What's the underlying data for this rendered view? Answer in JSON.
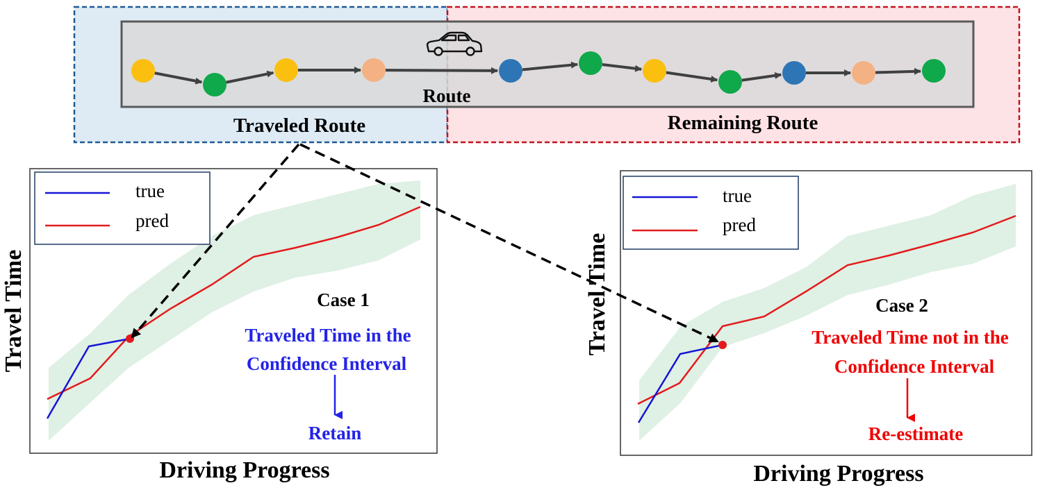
{
  "route": {
    "label": "Route",
    "traveled_label": "Traveled Route",
    "remaining_label": "Remaining Route",
    "car_icon": "car-icon",
    "nodes": [
      "yellow",
      "green",
      "yellow",
      "peach",
      "blue",
      "green",
      "yellow",
      "green",
      "blue",
      "peach",
      "green"
    ]
  },
  "colors": {
    "traveled_fill": "#deeaf4",
    "traveled_border": "#1f5a96",
    "remaining_fill": "#fde2e6",
    "remaining_border": "#c0141e",
    "route_box_fill": "#d9d9d9",
    "route_box_border": "#595959",
    "arrow": "#404040",
    "yellow": "#fbbf0f",
    "green": "#0fa84a",
    "peach": "#f4b183",
    "blue": "#2e75b6",
    "true_line": "#1515d4",
    "pred_line": "#e31a1c",
    "band": "#dff0e4",
    "case1_text": "#2323e6",
    "case2_text": "#f00000"
  },
  "case1": {
    "legend_true": "true",
    "legend_pred": "pred",
    "ylabel": "Travel Time",
    "xlabel": "Driving Progress",
    "title": "Case 1",
    "message_line1": "Traveled Time in the",
    "message_line2": "Confidence Interval",
    "action": "Retain"
  },
  "case2": {
    "legend_true": "true",
    "legend_pred": "pred",
    "ylabel": "Travel Time",
    "xlabel": "Driving Progress",
    "title": "Case 2",
    "message_line1": "Traveled Time not in the",
    "message_line2": "Confidence Interval",
    "action": "Re-estimate"
  }
}
